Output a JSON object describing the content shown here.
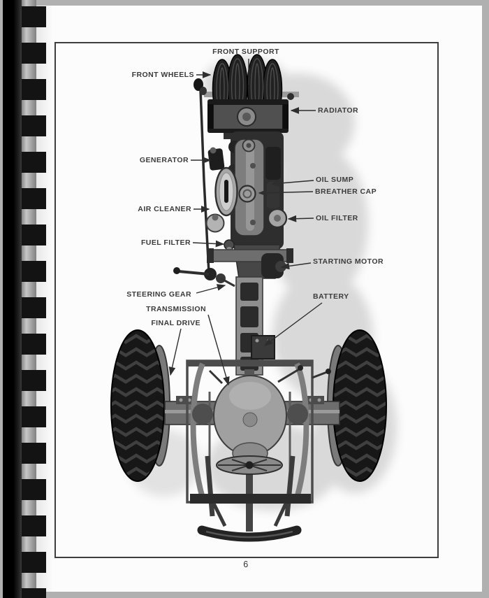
{
  "document": {
    "page_number": "6",
    "figure": {
      "labels": {
        "front_support": "FRONT SUPPORT",
        "front_wheels": "FRONT WHEELS",
        "radiator": "RADIATOR",
        "generator": "GENERATOR",
        "oil_sump": "OIL SUMP",
        "breather_cap": "BREATHER CAP",
        "air_cleaner": "AIR CLEANER",
        "oil_filter": "OIL FILTER",
        "fuel_filter": "FUEL FILTER",
        "starting_motor": "STARTING MOTOR",
        "steering_gear": "STEERING GEAR",
        "battery": "BATTERY",
        "transmission": "TRANSMISSION",
        "final_drive": "FINAL DRIVE"
      }
    },
    "colors": {
      "background_gray": "#b0b0b0",
      "paper_white": "#fcfcfc",
      "ink": "#3b3b3b",
      "binding_black": "#131313",
      "shadow_gray": "#d9d9d9"
    }
  }
}
